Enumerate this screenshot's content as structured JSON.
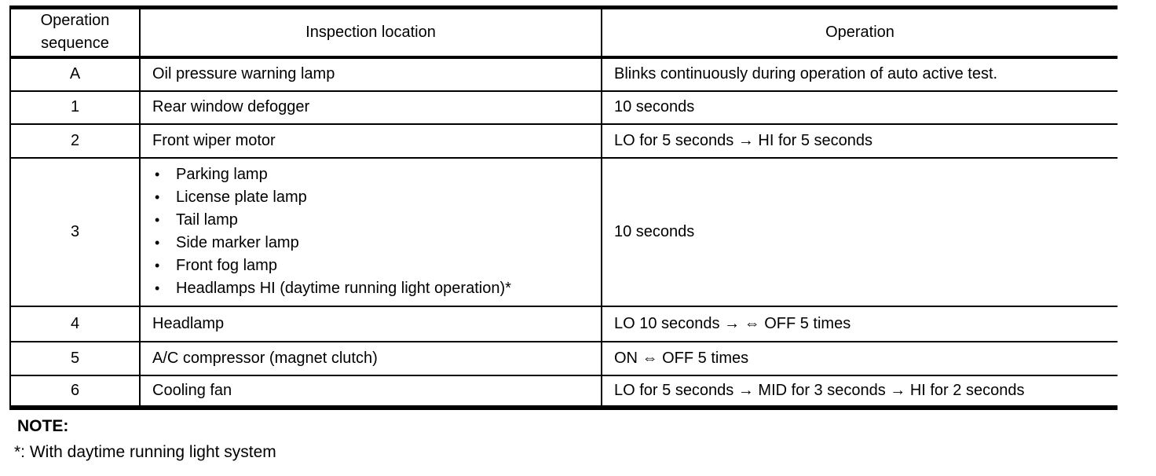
{
  "icons": {
    "bullet": "•"
  },
  "table": {
    "headers": [
      "Operation sequence",
      "Inspection location",
      "Operation"
    ],
    "rows": [
      {
        "sequence": "A",
        "location": "Oil pressure warning lamp",
        "operation": "Blinks continuously during operation of auto active test."
      },
      {
        "sequence": "1",
        "location": "Rear window defogger",
        "operation": "10 seconds"
      },
      {
        "sequence": "2",
        "location": "Front wiper motor",
        "operation": "LO for 5 seconds → HI for 5 seconds"
      },
      {
        "sequence": "3",
        "location_items": [
          "Parking lamp",
          "License plate lamp",
          "Tail lamp",
          "Side marker lamp",
          "Front fog lamp",
          "Headlamps HI (daytime running light operation)*"
        ],
        "operation": "10 seconds"
      },
      {
        "sequence": "4",
        "location": "Headlamp",
        "operation": "LO 10 seconds → ⇔ OFF 5 times"
      },
      {
        "sequence": "5",
        "location": "A/C compressor (magnet clutch)",
        "operation": "ON ⇔ OFF 5 times"
      },
      {
        "sequence": "6",
        "location": "Cooling fan",
        "operation": "LO for 5 seconds → MID for 3 seconds → HI for 2 seconds"
      }
    ]
  },
  "note": {
    "title": "NOTE:",
    "text": "*: With daytime running light system"
  }
}
